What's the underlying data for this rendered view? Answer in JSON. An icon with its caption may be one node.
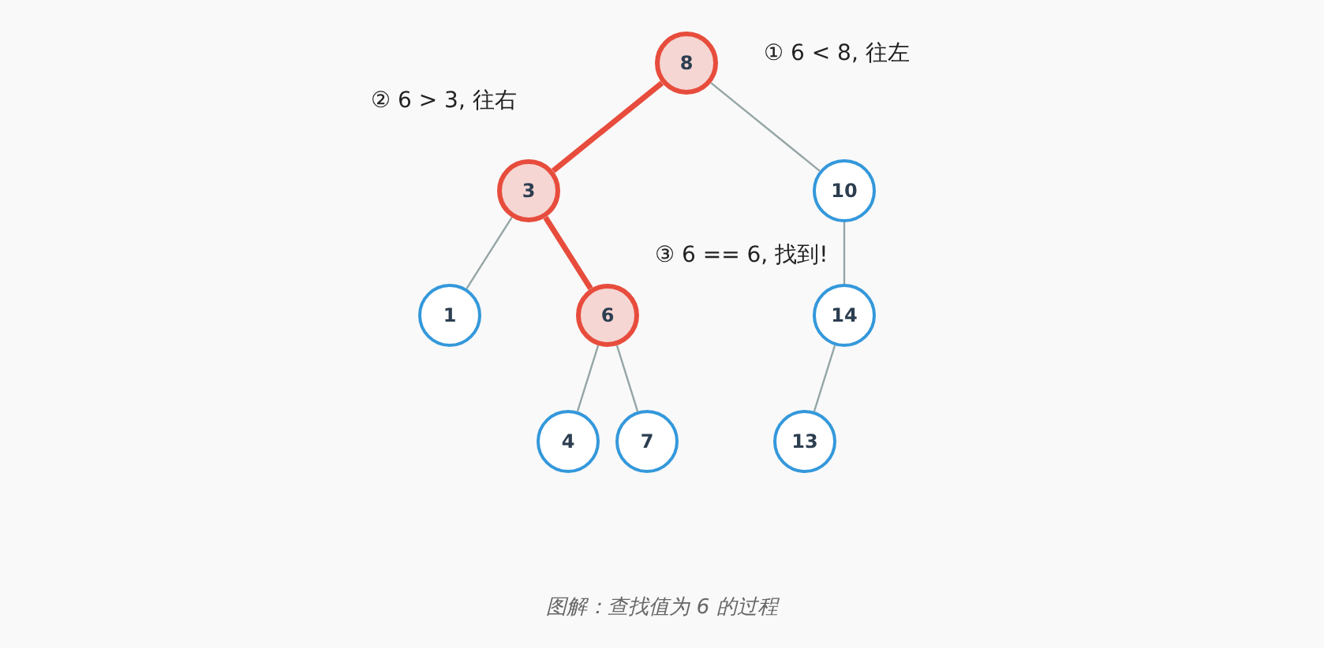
{
  "diagram": {
    "caption": "图解：查找值为 6 的过程",
    "nodes": [
      {
        "text": [
          "8"
        ]
      },
      {
        "text": [
          "3"
        ]
      },
      {
        "text": [
          "10"
        ]
      },
      {
        "text": [
          "1"
        ]
      },
      {
        "text": [
          "6"
        ]
      },
      {
        "text": [
          "14"
        ]
      },
      {
        "text": [
          "4"
        ]
      },
      {
        "text": [
          "7"
        ]
      },
      {
        "text": [
          "13"
        ]
      }
    ],
    "edges": [
      {
        "from": 0,
        "to": 1,
        "arrow": "none",
        "style": "thick",
        "color": "#e74c3c"
      },
      {
        "from": 0,
        "to": 2,
        "arrow": "none"
      },
      {
        "from": 1,
        "to": 3,
        "arrow": "none"
      },
      {
        "from": 1,
        "to": 4,
        "arrow": "none",
        "style": "thick",
        "color": "#e74c3c"
      },
      {
        "from": 2,
        "to": 5,
        "arrow": "none"
      },
      {
        "from": 4,
        "to": 6,
        "arrow": "none"
      },
      {
        "from": 4,
        "to": 7,
        "arrow": "none"
      },
      {
        "from": 5,
        "to": 8,
        "arrow": "none"
      }
    ],
    "labels": [
      "① 6 < 8, 往左",
      "② 6 > 3, 往右",
      "③ 6 == 6, 找到!"
    ]
  }
}
